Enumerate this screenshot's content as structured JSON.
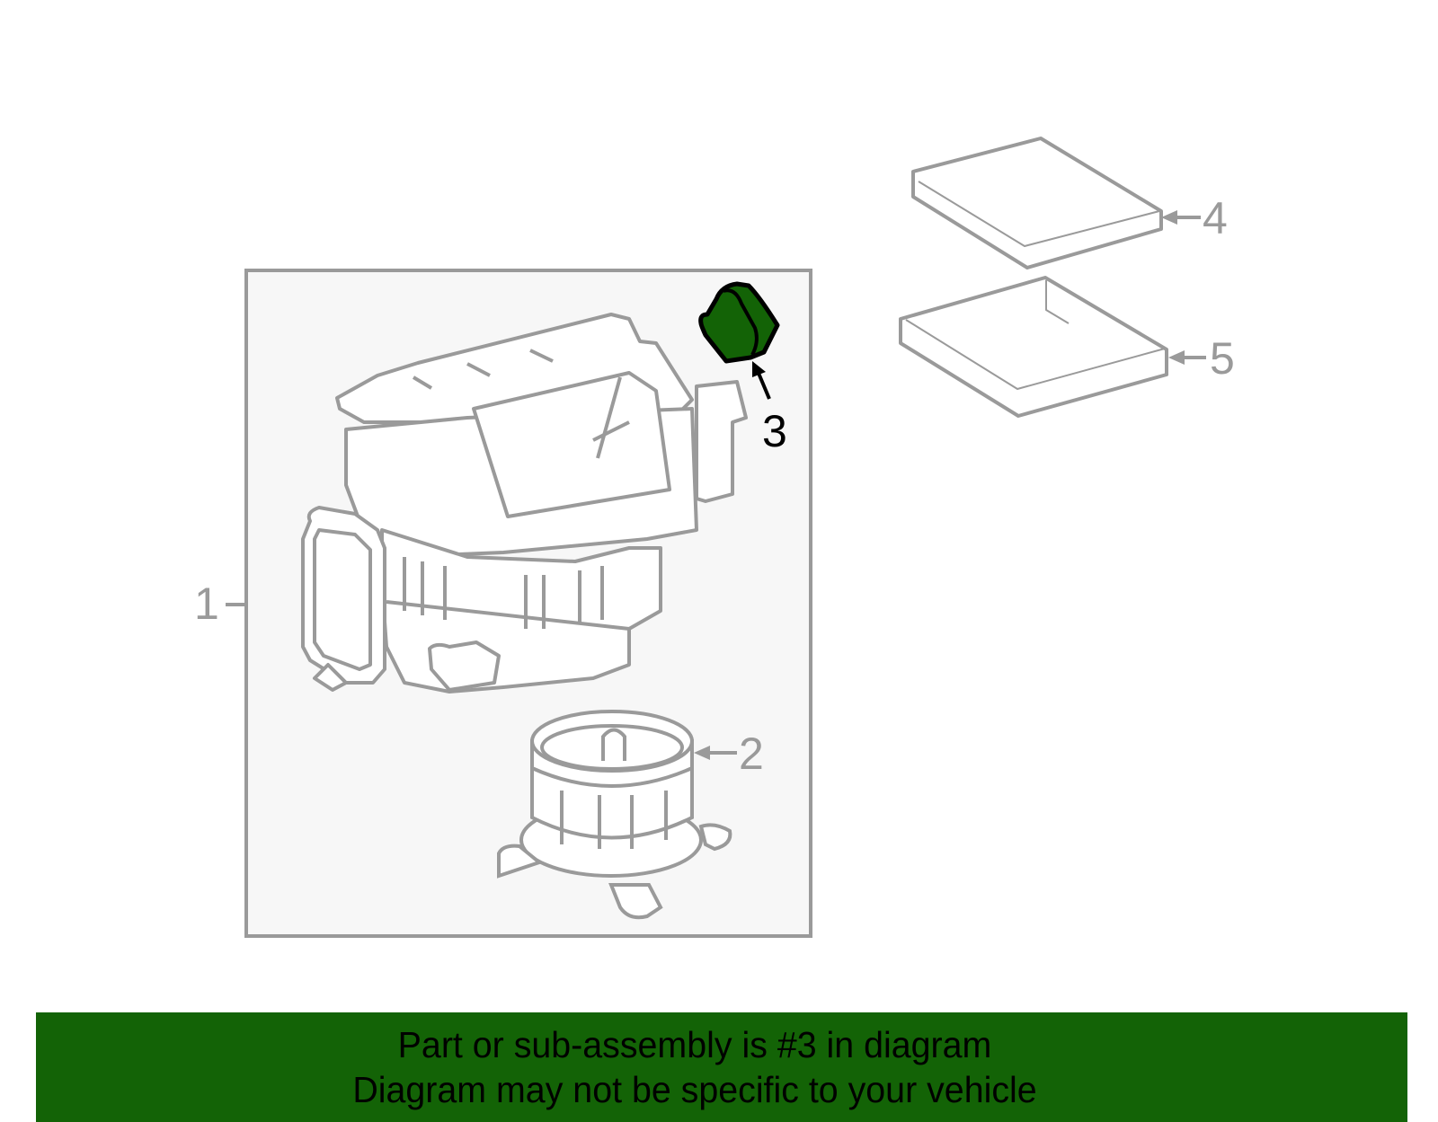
{
  "diagram": {
    "highlight_color": "#136306",
    "line_color": "#9a9a9a",
    "panel_fill": "#f7f7f7",
    "callouts": [
      {
        "number": "1",
        "part": "blower-assembly",
        "highlighted": false
      },
      {
        "number": "2",
        "part": "blower-motor-fan",
        "highlighted": false
      },
      {
        "number": "3",
        "part": "resistor",
        "highlighted": true
      },
      {
        "number": "4",
        "part": "cabin-filter-upper",
        "highlighted": false
      },
      {
        "number": "5",
        "part": "cabin-filter-lower",
        "highlighted": false
      }
    ]
  },
  "banner": {
    "line1": "Part or sub-assembly is #3 in diagram",
    "line2": "Diagram may not be specific to your vehicle",
    "background": "#136306"
  }
}
